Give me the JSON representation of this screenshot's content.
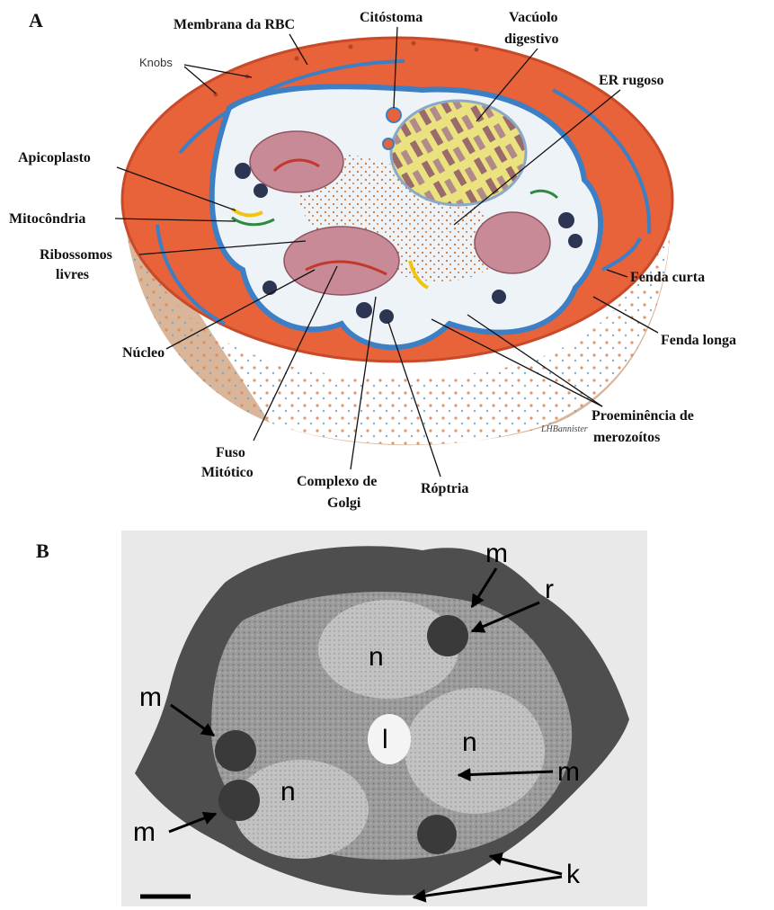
{
  "panel_a": {
    "letter": "A",
    "knobs": "Knobs",
    "signature": "LHBannister",
    "labels": {
      "membrana_rbc": "Membrana da RBC",
      "citostoma": "Citóstoma",
      "vacuolo_1": "Vacúolo",
      "vacuolo_2": "digestivo",
      "er_rugoso": "ER rugoso",
      "apicoplasto": "Apicoplasto",
      "mitocondria": "Mitocôndria",
      "ribossomos_1": "Ribossomos",
      "ribossomos_2": "livres",
      "fenda_curta": "Fenda curta",
      "fenda_longa": "Fenda longa",
      "nucleo": "Núcleo",
      "proeminencia_1": "Proeminência de",
      "proeminencia_2": "merozoítos",
      "fuso_1": "Fuso",
      "fuso_2": "Mitótico",
      "golgi_1": "Complexo de",
      "golgi_2": "Golgi",
      "roptria": "Róptria"
    },
    "colors": {
      "rbc_membrane": "#e8623a",
      "cytoplasm": "#eef3f8",
      "nucleus": "#c98a98",
      "vacuole": "#e8df7a",
      "er_blue": "#3d7fc4"
    }
  },
  "panel_b": {
    "letter": "B",
    "labels": {
      "m1": "m",
      "r": "r",
      "m2": "m",
      "m3": "m",
      "m4": "m",
      "n1": "n",
      "n2": "n",
      "n3": "n",
      "l": "l",
      "k": "k"
    }
  }
}
